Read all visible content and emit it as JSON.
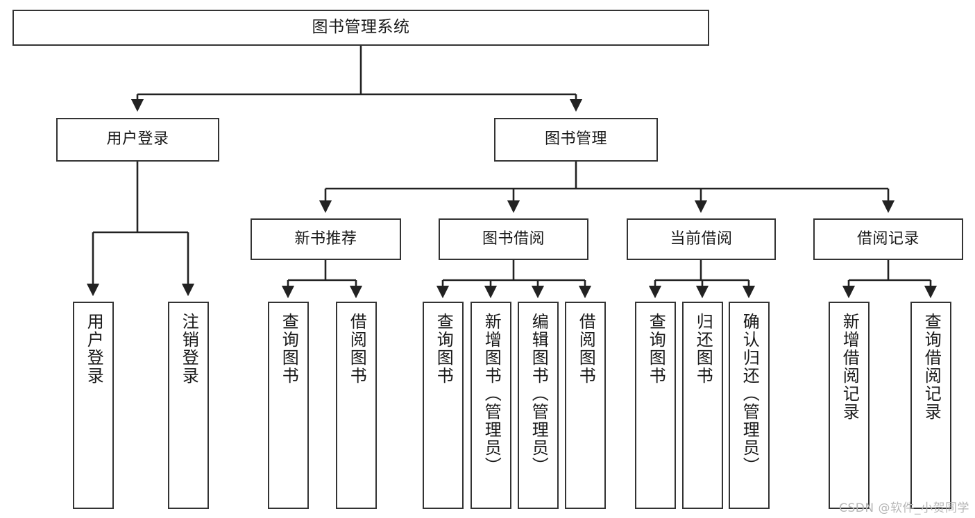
{
  "diagram": {
    "title": "图书管理系统",
    "type": "tree-hierarchy-diagram",
    "watermark": "CSDN @软件_小贺同学",
    "colors": {
      "box_border": "#333333",
      "box_fill": "#ffffff",
      "edge": "#222222",
      "text": "#1a1a1a",
      "watermark": "#b6b6b6"
    },
    "root": {
      "label": "图书管理系统"
    },
    "level2": [
      {
        "label": "用户登录"
      },
      {
        "label": "图书管理"
      }
    ],
    "level3": [
      {
        "label": "新书推荐"
      },
      {
        "label": "图书借阅"
      },
      {
        "label": "当前借阅"
      },
      {
        "label": "借阅记录"
      }
    ],
    "leaves": {
      "user_login": [
        {
          "label": "用户登录"
        },
        {
          "label": "注销登录"
        }
      ],
      "new_book_recommend": [
        {
          "label": "查询图书"
        },
        {
          "label": "借阅图书"
        }
      ],
      "book_borrow": [
        {
          "label": "查询图书"
        },
        {
          "label": "新增图书（管理员）"
        },
        {
          "label": "编辑图书（管理员）"
        },
        {
          "label": "借阅图书"
        }
      ],
      "current_borrow": [
        {
          "label": "查询图书"
        },
        {
          "label": "归还图书"
        },
        {
          "label": "确认归还（管理员）"
        }
      ],
      "borrow_record": [
        {
          "label": "新增借阅记录"
        },
        {
          "label": "查询借阅记录"
        }
      ]
    }
  }
}
